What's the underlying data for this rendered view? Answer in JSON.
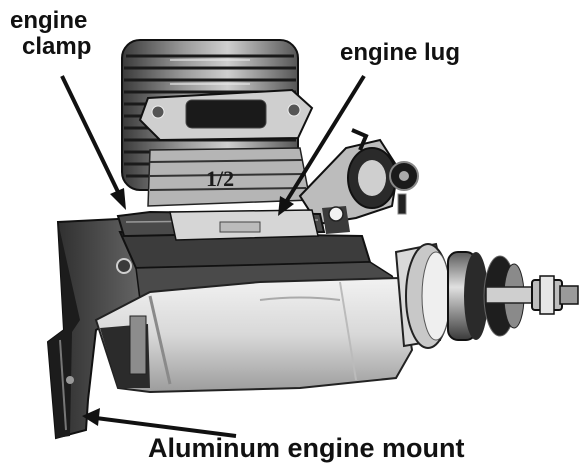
{
  "labels": {
    "engine_clamp_line1": "engine",
    "engine_clamp_line2": "clamp",
    "engine_lug": "engine lug",
    "mount": "Aluminum engine mount"
  },
  "engine_marking": "1/2",
  "colors": {
    "ink": "#111111",
    "background": "#ffffff"
  }
}
